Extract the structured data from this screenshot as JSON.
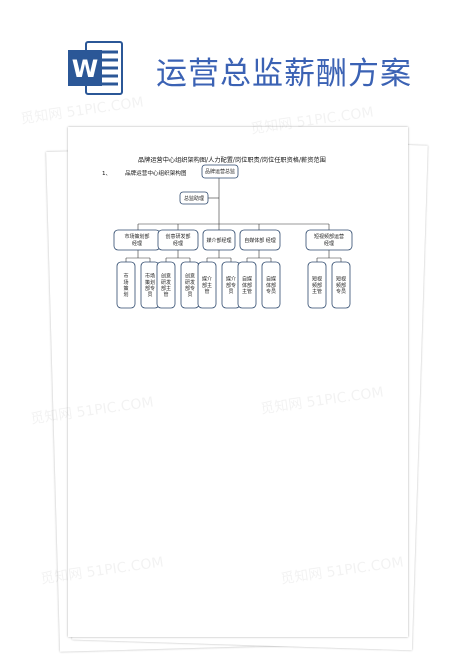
{
  "header": {
    "title": "运营总监薪酬方案"
  },
  "icons": {
    "word": "word-doc-icon"
  },
  "document": {
    "heading": "品牌运营中心组织架构图/人力配置/岗位职责/岗位任职资格/薪资范围",
    "section_number": "1、",
    "section_title": "品牌运营中心组织架构图"
  },
  "org_chart": {
    "top": "品牌运营总监",
    "assistant": "总监助理",
    "departments": [
      {
        "name": "市场策划部经理",
        "children": [
          "市场策划",
          "市场策划部专员"
        ]
      },
      {
        "name": "创意研发部经理",
        "children": [
          "创意研发部主管",
          "创意研发部专员"
        ]
      },
      {
        "name": "媒介部经理",
        "children": [
          "媒介部主管",
          "媒介部专员"
        ]
      },
      {
        "name": "自媒体部经理",
        "children": [
          "自媒体部主管",
          "自媒体部专员"
        ]
      },
      {
        "name": "短视频部运营经理",
        "children": [
          "短视频部主管",
          "短视频部专员"
        ]
      }
    ]
  },
  "colors": {
    "title": "#3b62b4",
    "word_blue": "#2b5797",
    "node_border": "#2f4a6e"
  }
}
